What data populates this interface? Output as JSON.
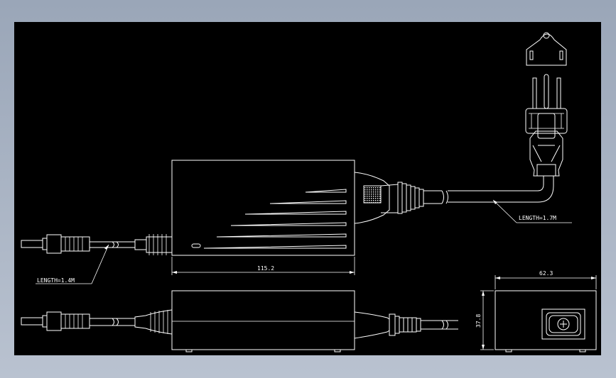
{
  "drawing": {
    "cable_dc_length": "LENGTH=1.4M",
    "cable_ac_length": "LENGTH=1.7M",
    "dim_width": "115.2",
    "dim_depth": "62.3",
    "dim_height": "37.8"
  },
  "colors": {
    "background": "#000000",
    "line": "#ffffff",
    "frame": "#9aa6b8"
  }
}
